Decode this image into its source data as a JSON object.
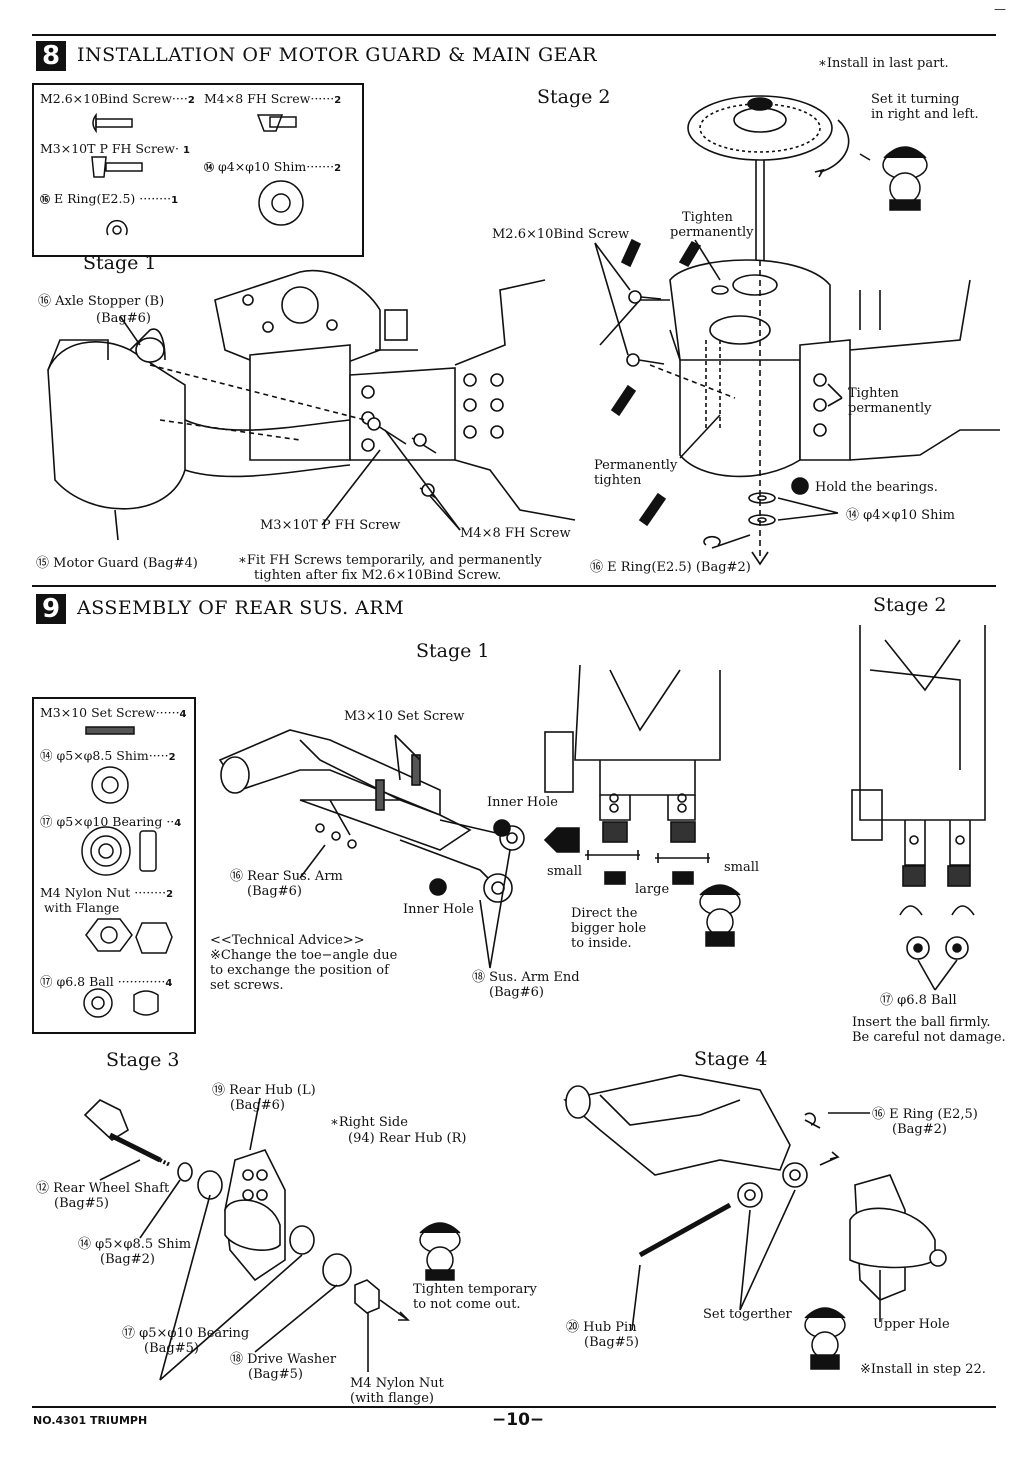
{
  "page_corner_mark": "—",
  "section8": {
    "number": "8",
    "title": "INSTALLATION OF MOTOR GUARD & MAIN GEAR",
    "parts": [
      {
        "name": "M2.6×10Bind Screw",
        "qty": "2"
      },
      {
        "name": "M4×8 FH Screw",
        "qty": "2"
      },
      {
        "name": "M3×10T P FH Screw",
        "qty": "1"
      },
      {
        "name": "φ4×φ10 Shim",
        "qty": "2",
        "ref": "⑭"
      },
      {
        "name": "E Ring(E2.5)",
        "qty": "1",
        "ref": "⑯"
      }
    ],
    "stage1": {
      "title": "Stage 1",
      "axle_stopper": "Axle Stopper (B)",
      "axle_stopper_bag": "(Bag#6)",
      "motor_guard": "Motor Guard (Bag#4)",
      "screw_tp": "M3×10T P FH Screw",
      "screw_m4": "M4×8 FH Screw",
      "note_line1": "∗Fit FH Screws temporarily, and permanently",
      "note_line2": "tighten after fix M2.6×10Bind Screw."
    },
    "stage2": {
      "title": "Stage 2",
      "install_last": "∗Install in last part.",
      "turning_line1": "Set it turning",
      "turning_line2": "in right and left.",
      "tighten_perm_top_line1": "Tighten",
      "tighten_perm_top_line2": "permanently",
      "bind_screw": "M2.6×10Bind Screw",
      "tighten_perm_right_line1": "Tighten",
      "tighten_perm_right_line2": "permanently",
      "perm_tighten_line1": "Permanently",
      "perm_tighten_line2": "tighten",
      "hold_bearings": "Hold the bearings.",
      "shim": "φ4×φ10 Shim",
      "ering": "E Ring(E2.5)",
      "ering_bag": "(Bag#2)"
    }
  },
  "section9": {
    "number": "9",
    "title": "ASSEMBLY OF REAR SUS. ARM",
    "parts": [
      {
        "name": "M3×10 Set Screw",
        "qty": "4"
      },
      {
        "name": "φ5×φ8.5 Shim",
        "qty": "2"
      },
      {
        "name": "φ5×φ10 Bearing",
        "qty": "4"
      },
      {
        "name": "M4 Nylon Nut",
        "qty": "2"
      },
      {
        "name": "with Flange",
        "qty": ""
      },
      {
        "name": "φ6.8 Ball",
        "qty": "4"
      }
    ],
    "stage1": {
      "title": "Stage 1",
      "set_screw": "M3×10 Set Screw",
      "inner_hole_top": "Inner Hole",
      "inner_hole_bottom": "Inner Hole",
      "rear_sus_arm": "Rear Sus. Arm",
      "rear_sus_arm_bag": "(Bag#6)",
      "advice_title": "<<Technical Advice>>",
      "advice_line1": "※Change the toe−angle due",
      "advice_line2": "to exchange the position of",
      "advice_line3": "set screws.",
      "sus_arm_end": "Sus. Arm End",
      "sus_arm_end_bag": "(Bag#6)",
      "small_left": "small",
      "small_right": "small",
      "large": "large",
      "direct_line1": "Direct the",
      "direct_line2": "bigger hole",
      "direct_line3": "to inside."
    },
    "stage2": {
      "title": "Stage 2",
      "ball": "φ6.8 Ball",
      "insert_line1": "Insert the ball firmly.",
      "insert_line2": "Be careful not damage."
    },
    "stage3": {
      "title": "Stage 3",
      "rear_hub_l": "Rear Hub (L)",
      "rear_hub_bag": "(Bag#6)",
      "right_side_line1": "∗Right Side",
      "right_side_line2": "(94) Rear Hub (R)",
      "rear_wheel_shaft": "Rear Wheel Shaft",
      "rear_wheel_shaft_bag": "(Bag#5)",
      "shim": "φ5×φ8.5 Shim",
      "shim_bag": "(Bag#2)",
      "bearing": "φ5×φ10 Bearing",
      "bearing_bag": "(Bag#5)",
      "drive_washer": "Drive Washer",
      "drive_washer_bag": "(Bag#5)",
      "nylon_nut_line1": "M4 Nylon Nut",
      "nylon_nut_line2": "(with flange)",
      "tighten_line1": "Tighten temporary",
      "tighten_line2": "to not come out."
    },
    "stage4": {
      "title": "Stage 4",
      "ering": "E Ring (E2,5)",
      "ering_bag": "(Bag#2)",
      "hub_pin": "Hub Pin",
      "hub_pin_bag": "(Bag#5)",
      "set_together": "Set togerther",
      "upper_hole": "Upper Hole",
      "install_step": "※Install in step 22."
    }
  },
  "footer": {
    "model": "NO.4301 TRIUMPH",
    "page": "−10−"
  }
}
